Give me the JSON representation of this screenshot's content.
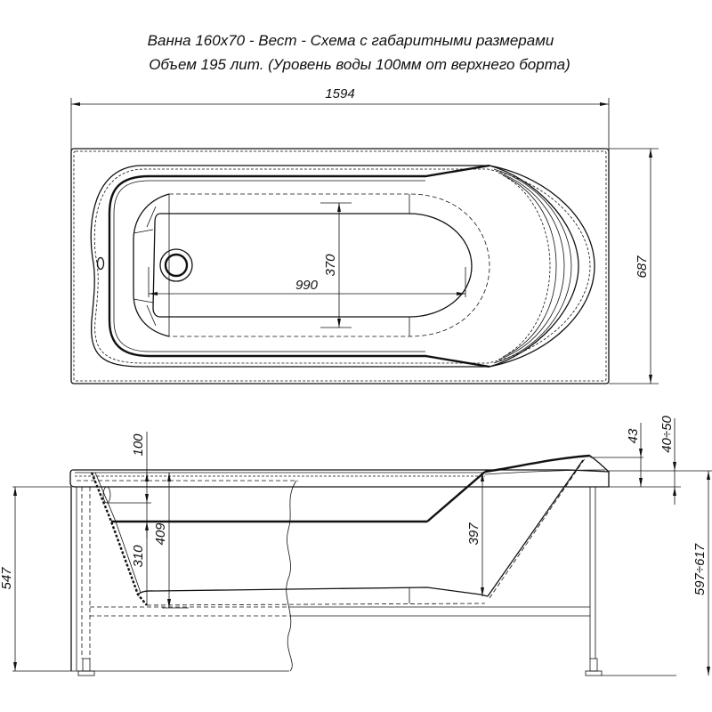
{
  "title": {
    "line1": "Ванна 160х70 - Вест - Схема с габаритными размерами",
    "line2": "Объем 195 лит. (Уровень воды 100мм от верхнего борта)"
  },
  "top_view": {
    "dimensions": {
      "overall_length": "1594",
      "overall_width": "687",
      "inner_length": "990",
      "inner_width": "370"
    }
  },
  "side_view": {
    "dimensions": {
      "water_level_offset": "100",
      "depth_at_drain": "409",
      "water_depth": "310",
      "height_floor_to_rim": "547",
      "depth_at_back": "397",
      "headrest_height": "43",
      "rim_adjust": "40÷50",
      "total_height_range": "597÷617"
    }
  }
}
